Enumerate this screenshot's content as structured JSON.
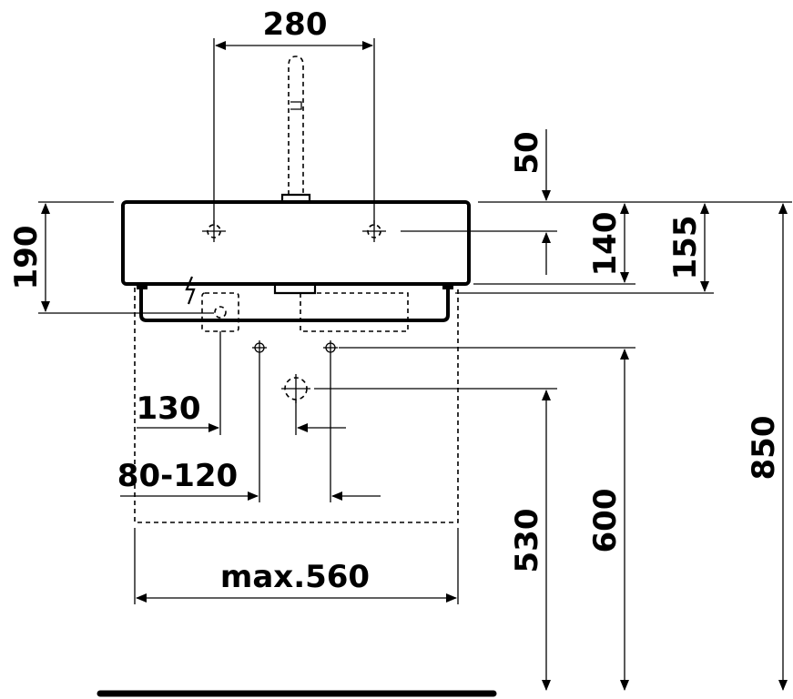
{
  "dimensions": {
    "top_width": "280",
    "tap_offset": "50",
    "basin_height": "190",
    "hole_height": "140",
    "overall_depth": "155",
    "drain_offset": "130",
    "waste_range": "80-120",
    "max_width": "max.560",
    "height_530": "530",
    "height_600": "600",
    "height_850": "850"
  }
}
